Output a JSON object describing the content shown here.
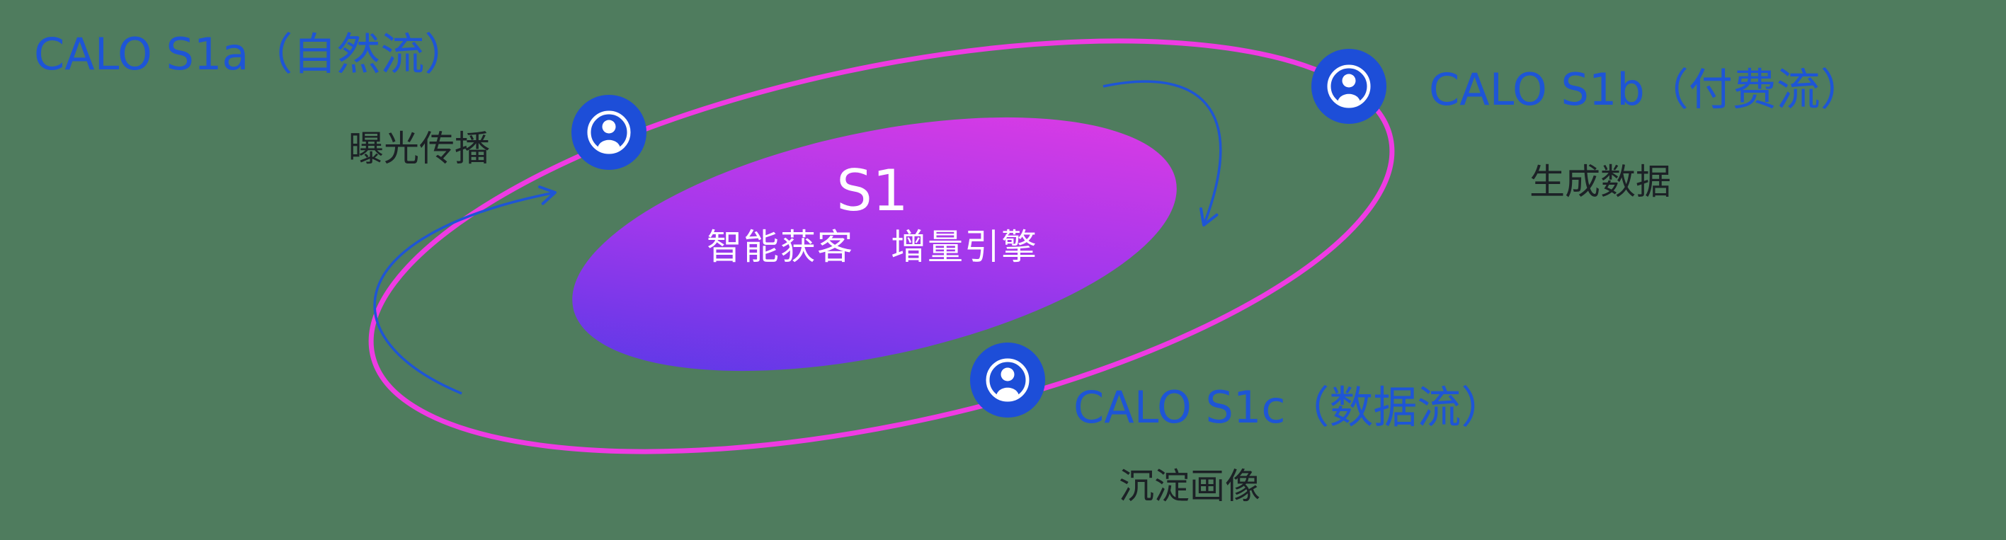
{
  "diagram": {
    "center": {
      "title": "S1",
      "subtitle": "智能获客　增量引擎"
    },
    "nodes": [
      {
        "id": "calo-s1a",
        "label": "CALO S1a（自然流）",
        "sublabel": "曝光传播",
        "icon": "user-in-circle-icon"
      },
      {
        "id": "calo-s1b",
        "label": "CALO S1b（付费流）",
        "sublabel": "生成数据",
        "icon": "user-in-circle-icon"
      },
      {
        "id": "calo-s1c",
        "label": "CALO S1c（数据流）",
        "sublabel": "沉淀画像",
        "icon": "user-in-circle-icon"
      }
    ]
  },
  "colors": {
    "background": "#4f7c5e",
    "label-blue": "#1e55d6",
    "label-dark": "#1c2126",
    "orbit-magenta": "#ef3be3",
    "icon-blue": "#1d4ed8",
    "arrow-blue": "#1e55d6",
    "core-gradient-start": "#4a39e6",
    "core-gradient-mid": "#a338ec",
    "core-gradient-end": "#ea3ce2",
    "center-text": "#ffffff"
  }
}
